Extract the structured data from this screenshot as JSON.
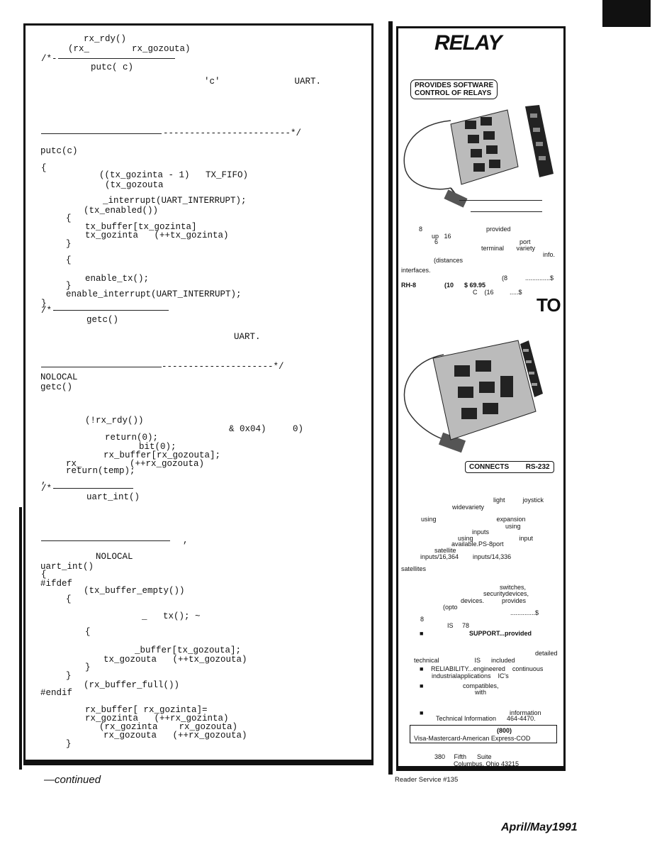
{
  "code": {
    "lines": [
      "rx_rdy()",
      "(rx_        rx_gozouta)",
      "/*-",
      "putc( c)",
      "'c'              UART.",
      "------------------------*/",
      "putc(c)",
      "{",
      "((tx_gozinta - 1)   TX_FIFO)",
      "(tx_gozouta",
      "_interrupt(UART_INTERRUPT);",
      "(tx_enabled())",
      "{",
      "tx_buffer[tx_gozinta]",
      "tx_gozinta   (++tx_gozinta)",
      "}",
      "{",
      "enable_tx();",
      "}",
      "enable_interrupt(UART_INTERRUPT);",
      "}",
      "/*-",
      "getc()",
      "UART.",
      "---------------------*/",
      "NOLOCAL",
      "getc()",
      "(!rx_rdy())",
      "& 0x04)     0)",
      "return(0);",
      "bit(0);",
      "rx_buffer[rx_gozouta];",
      "rx_         (++rx_gozouta)",
      "return(temp);",
      ",",
      "/*-",
      "uart_int()",
      ",",
      "NOLOCAL",
      "uart_int()",
      "{",
      "#ifdef",
      "(tx_buffer_empty())",
      "{",
      "_   tx(); ~",
      "{",
      "_buffer[tx_gozouta];",
      "tx_gozouta   (++tx_gozouta)",
      "}",
      "}",
      "(rx_buffer_full())",
      "#endif",
      "rx_buffer[ rx_gozinta]=",
      "rx_gozinta   (++rx_gozinta)",
      "(rx_gozinta    rx_gozouta)",
      "rx_gozouta   (++rx_gozouta)",
      "}"
    ],
    "continued": "—continued"
  },
  "ad": {
    "title": "RELAY",
    "pill1": [
      "PROVIDES SOFTWARE",
      "CONTROL OF RELAYS"
    ],
    "copy1": [
      "8                                    provided",
      "up   16",
      "6                                              port",
      "terminal       variety",
      "info.",
      "(distances",
      "interfaces.",
      "(8          ..............$",
      "RH-8                (10      $ 69.95",
      "C    (16         .....$"
    ],
    "to": "TO",
    "pill2": [
      "CONNECTS",
      "RS-232"
    ],
    "copy2": [
      "light          joystick",
      "widevariety",
      "using                                  expansion",
      "using",
      "inputs",
      "using                          input",
      "available.PS-8port",
      "satellite",
      "inputs/16,364        inputs/14,336",
      "satellites",
      "switches,",
      "securitydevices,",
      "devices.          provides",
      "(opto",
      "..............$",
      "8",
      "IS     78",
      "SUPPORT...provided",
      "detailed",
      "technical                    IS      included",
      "RELIABILITY...engineered    continuous",
      "industrialapplications    IC's",
      "compatibles,",
      "with",
      "information",
      "Technical Information      464-4470."
    ],
    "phone": "(800)",
    "payment": "Visa-Mastercard-American Express-COD",
    "address1": "380     Fifth      Suite",
    "address2": "Columbus, Ohio 43215"
  },
  "footer": {
    "reader_service": "Reader Service #135",
    "issue": "April/May1991"
  }
}
